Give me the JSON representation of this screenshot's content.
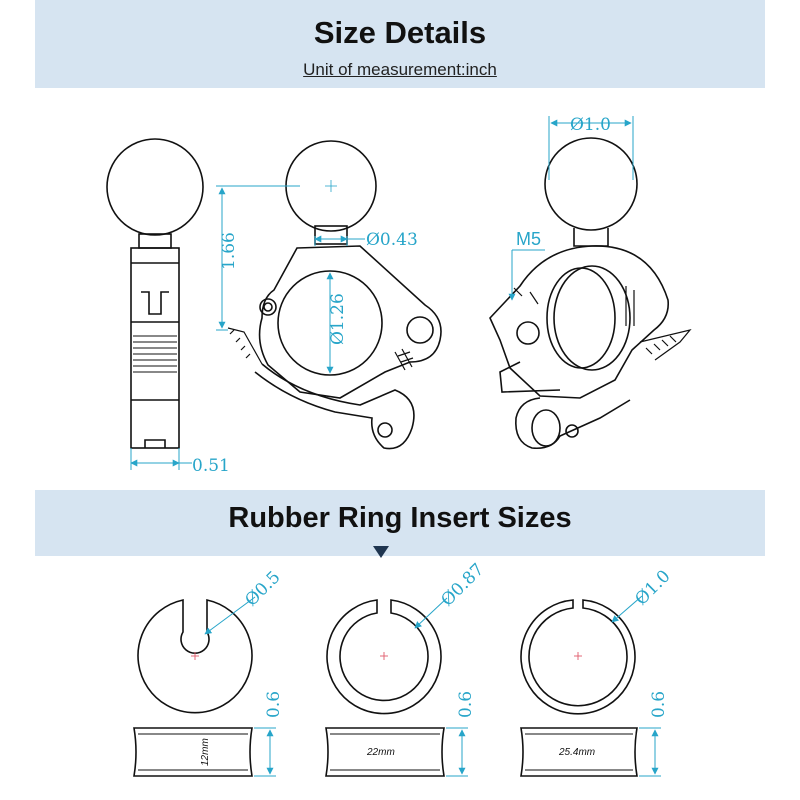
{
  "header": {
    "title": "Size Details",
    "subtitle": "Unit of measurement:inch"
  },
  "section2": {
    "title": "Rubber Ring Insert Sizes"
  },
  "dimensions": {
    "ball_diameter": "Ø1.0",
    "stem_diameter": "Ø0.43",
    "height": "1.66",
    "clamp_diameter": "Ø1.26",
    "width": "0.51",
    "thread": "M5"
  },
  "rings": [
    {
      "inner_diameter": "Ø0.5",
      "height": "0.6",
      "label": "12mm"
    },
    {
      "inner_diameter": "Ø0.87",
      "height": "0.6",
      "label": "22mm"
    },
    {
      "inner_diameter": "Ø1.0",
      "height": "0.6",
      "label": "25.4mm"
    }
  ],
  "colors": {
    "banner": "#d6e4f1",
    "dimension": "#27a5c9",
    "outline": "#111111",
    "marker": "#1f3550"
  }
}
